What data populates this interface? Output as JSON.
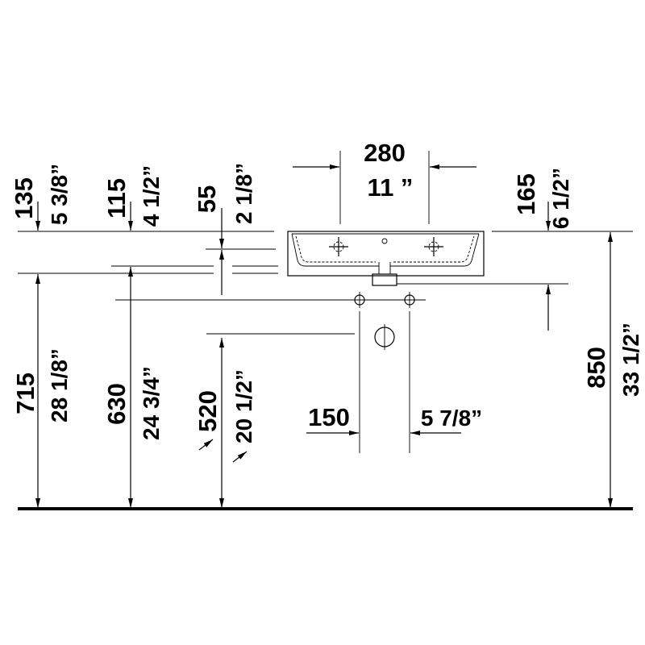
{
  "labels": {
    "faucet_spacing": {
      "mm": "280",
      "in": "11 ”"
    },
    "offset_135": {
      "mm": "135",
      "in": "5 3/8”"
    },
    "offset_115": {
      "mm": "115",
      "in": "4 1/2”"
    },
    "offset_55": {
      "mm": "55",
      "in": "2 1/8”"
    },
    "offset_165": {
      "mm": "165",
      "in": "6 1/2”"
    },
    "height_715": {
      "mm": "715",
      "in": "28 1/8”"
    },
    "height_630": {
      "mm": "630",
      "in": "24 3/4”"
    },
    "height_520": {
      "mm": "520",
      "in": "20 1/2”"
    },
    "height_850": {
      "mm": "850",
      "in": "33 1/2”"
    },
    "drain_spacing": {
      "mm": "150",
      "in": "5 7/8”"
    }
  },
  "colors": {
    "line": "#000000",
    "background": "#ffffff"
  }
}
